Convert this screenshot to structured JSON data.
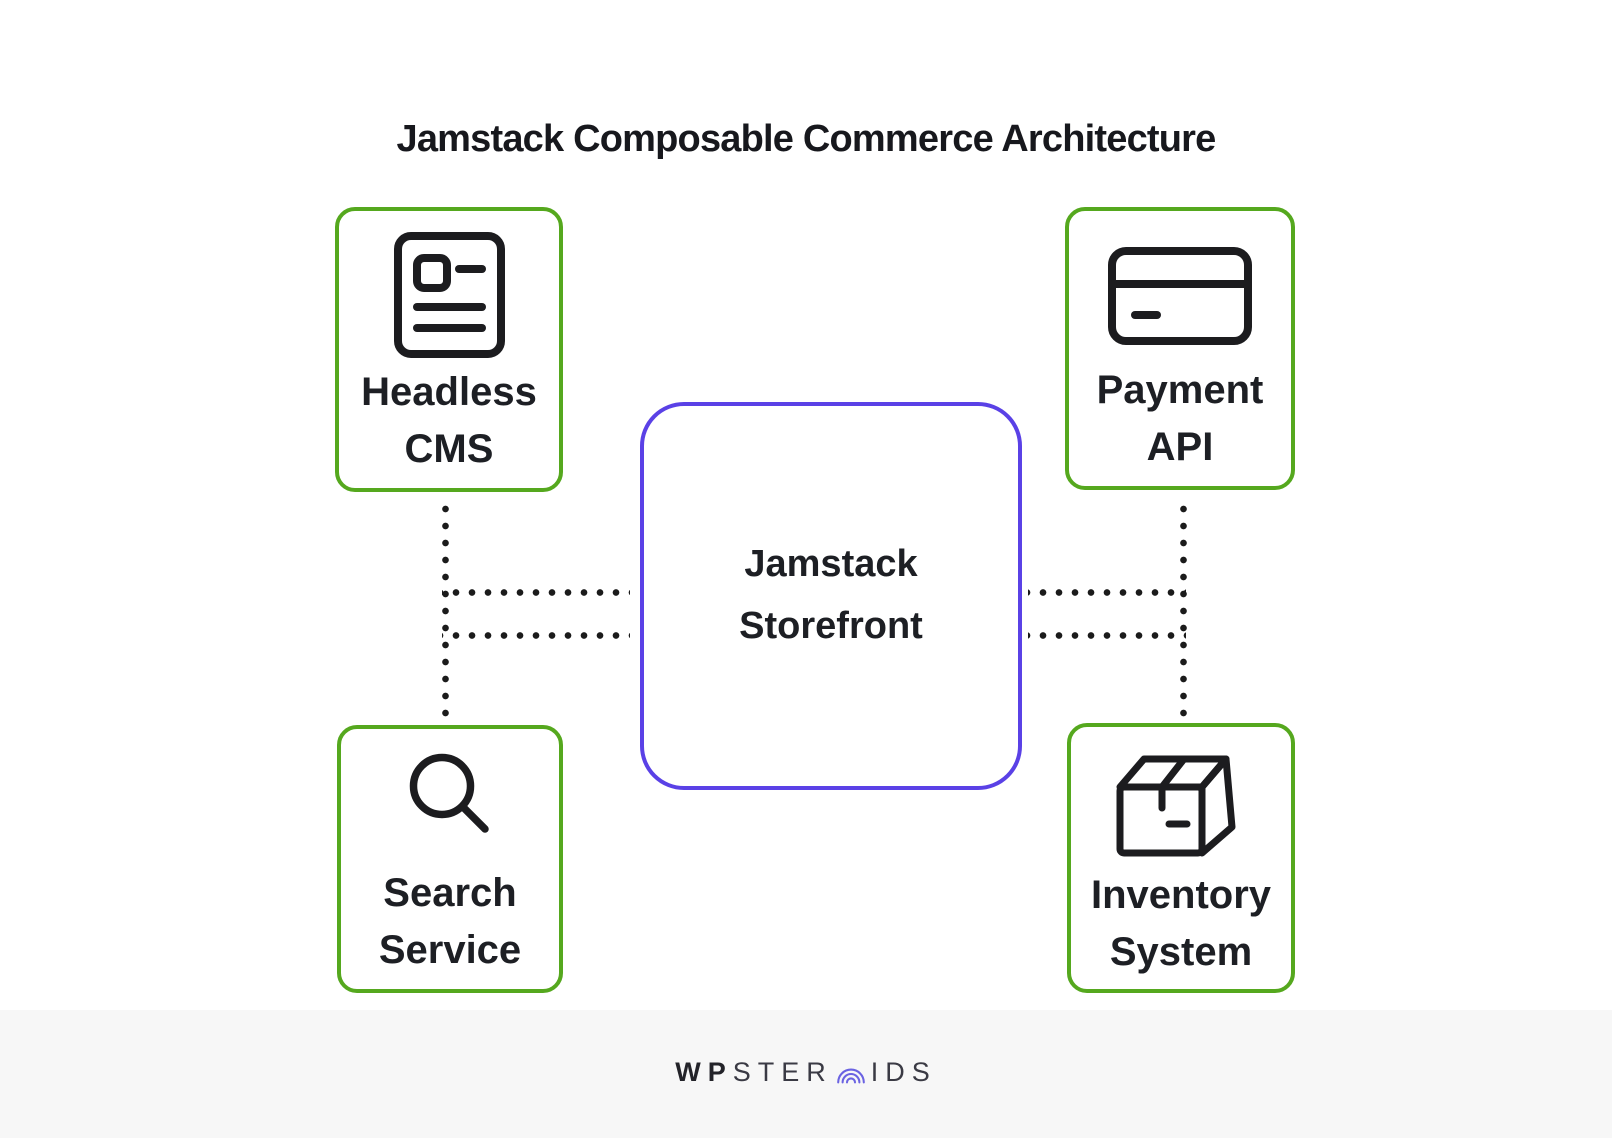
{
  "title": "Jamstack Composable Commerce Architecture",
  "colors": {
    "node_border_green": "#55a81e",
    "center_border_purple": "#5a41e6",
    "text": "#1d1f24",
    "connector_dots": "#1b1b1b",
    "logo_accent": "#6b63e2"
  },
  "center_node": {
    "line1": "Jamstack",
    "line2": "Storefront"
  },
  "nodes": {
    "headless_cms": {
      "line1": "Headless",
      "line2": "CMS",
      "icon": "document-icon"
    },
    "payment_api": {
      "line1": "Payment",
      "line2": "API",
      "icon": "credit-card-icon"
    },
    "search_service": {
      "line1": "Search",
      "line2": "Service",
      "icon": "magnifying-glass-icon"
    },
    "inventory_system": {
      "line1": "Inventory",
      "line2": "System",
      "icon": "package-icon"
    }
  },
  "logo": {
    "prefix_bold": "WP",
    "middle": "STER",
    "suffix": "IDS",
    "icon": "concentric-arcs-icon",
    "full_name": "WPSTEROIDS"
  }
}
